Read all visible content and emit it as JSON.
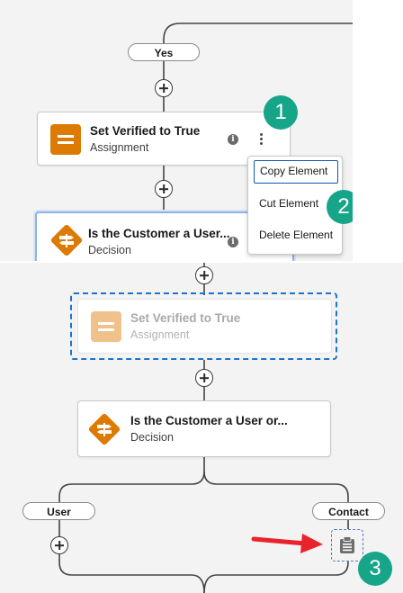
{
  "top": {
    "branch_label": "Yes",
    "assignment": {
      "title": "Set Verified to True",
      "type": "Assignment"
    },
    "decision": {
      "title": "Is the Customer a User...",
      "type": "Decision"
    },
    "info_glyph": "i",
    "context_menu": {
      "items": [
        "Copy Element",
        "Cut Element",
        "Delete Element"
      ]
    },
    "callouts": [
      "1",
      "2"
    ]
  },
  "bottom": {
    "cut_assignment": {
      "title": "Set Verified to True",
      "type": "Assignment"
    },
    "decision": {
      "title": "Is the Customer a User or...",
      "type": "Decision"
    },
    "branches": [
      "User",
      "Contact"
    ],
    "callout": "3",
    "icons": {
      "paste": "clipboard-icon",
      "arrow": "red-arrow"
    }
  },
  "colors": {
    "canvas": "#f3f3f3",
    "element_orange": "#dd7a01",
    "callout_green": "#17a589",
    "focus_blue": "#0b5cab",
    "arrow_red": "#e8232a",
    "cut_outline": "#1b74d0"
  }
}
